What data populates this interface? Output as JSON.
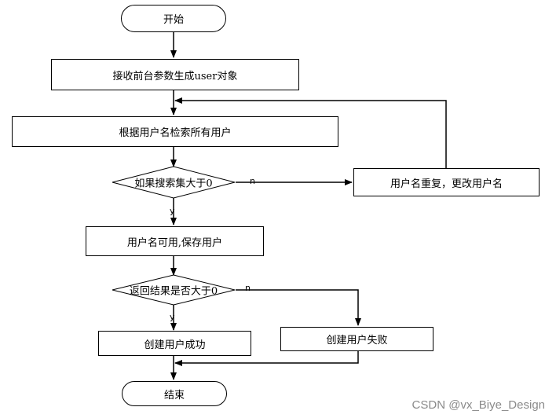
{
  "nodes": {
    "start": "开始",
    "receive": "接收前台参数生成user对象",
    "search": "根据用户名检索所有用户",
    "decision1": "如果搜索集大于0",
    "duplicate": "用户名重复，更改用户名",
    "save": "用户名可用,保存用户",
    "decision2": "返回结果是否大于0",
    "success": "创建用户成功",
    "fail": "创建用户失败",
    "end": "结束"
  },
  "edges": {
    "d1_no": "n",
    "d1_yes": "y",
    "d2_no": "n",
    "d2_yes": "y"
  },
  "watermark": "CSDN @vx_Biye_Design"
}
